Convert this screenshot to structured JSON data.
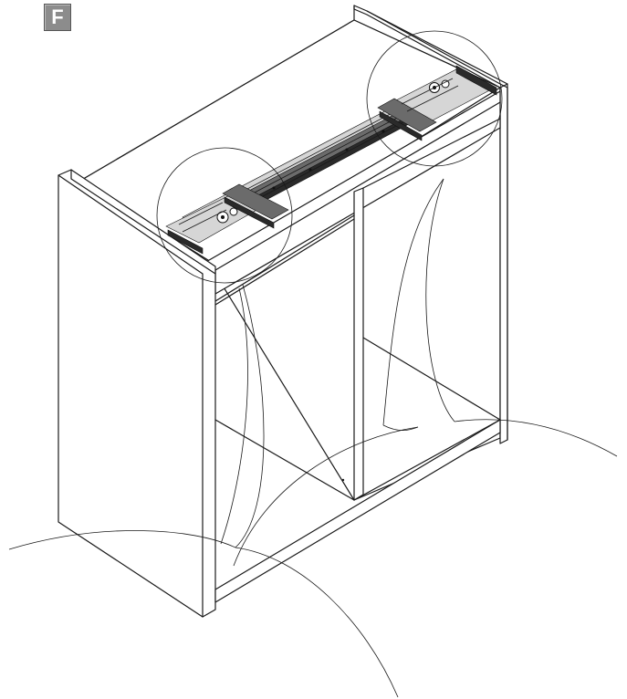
{
  "step": {
    "label": "F"
  },
  "colors": {
    "badge_background": "#8c8c8c",
    "line": "#1a1a1a",
    "paper": "#ffffff"
  },
  "parts": {
    "cabinet": "cabinet-carcass",
    "rail": "drawer-slide-rail"
  }
}
